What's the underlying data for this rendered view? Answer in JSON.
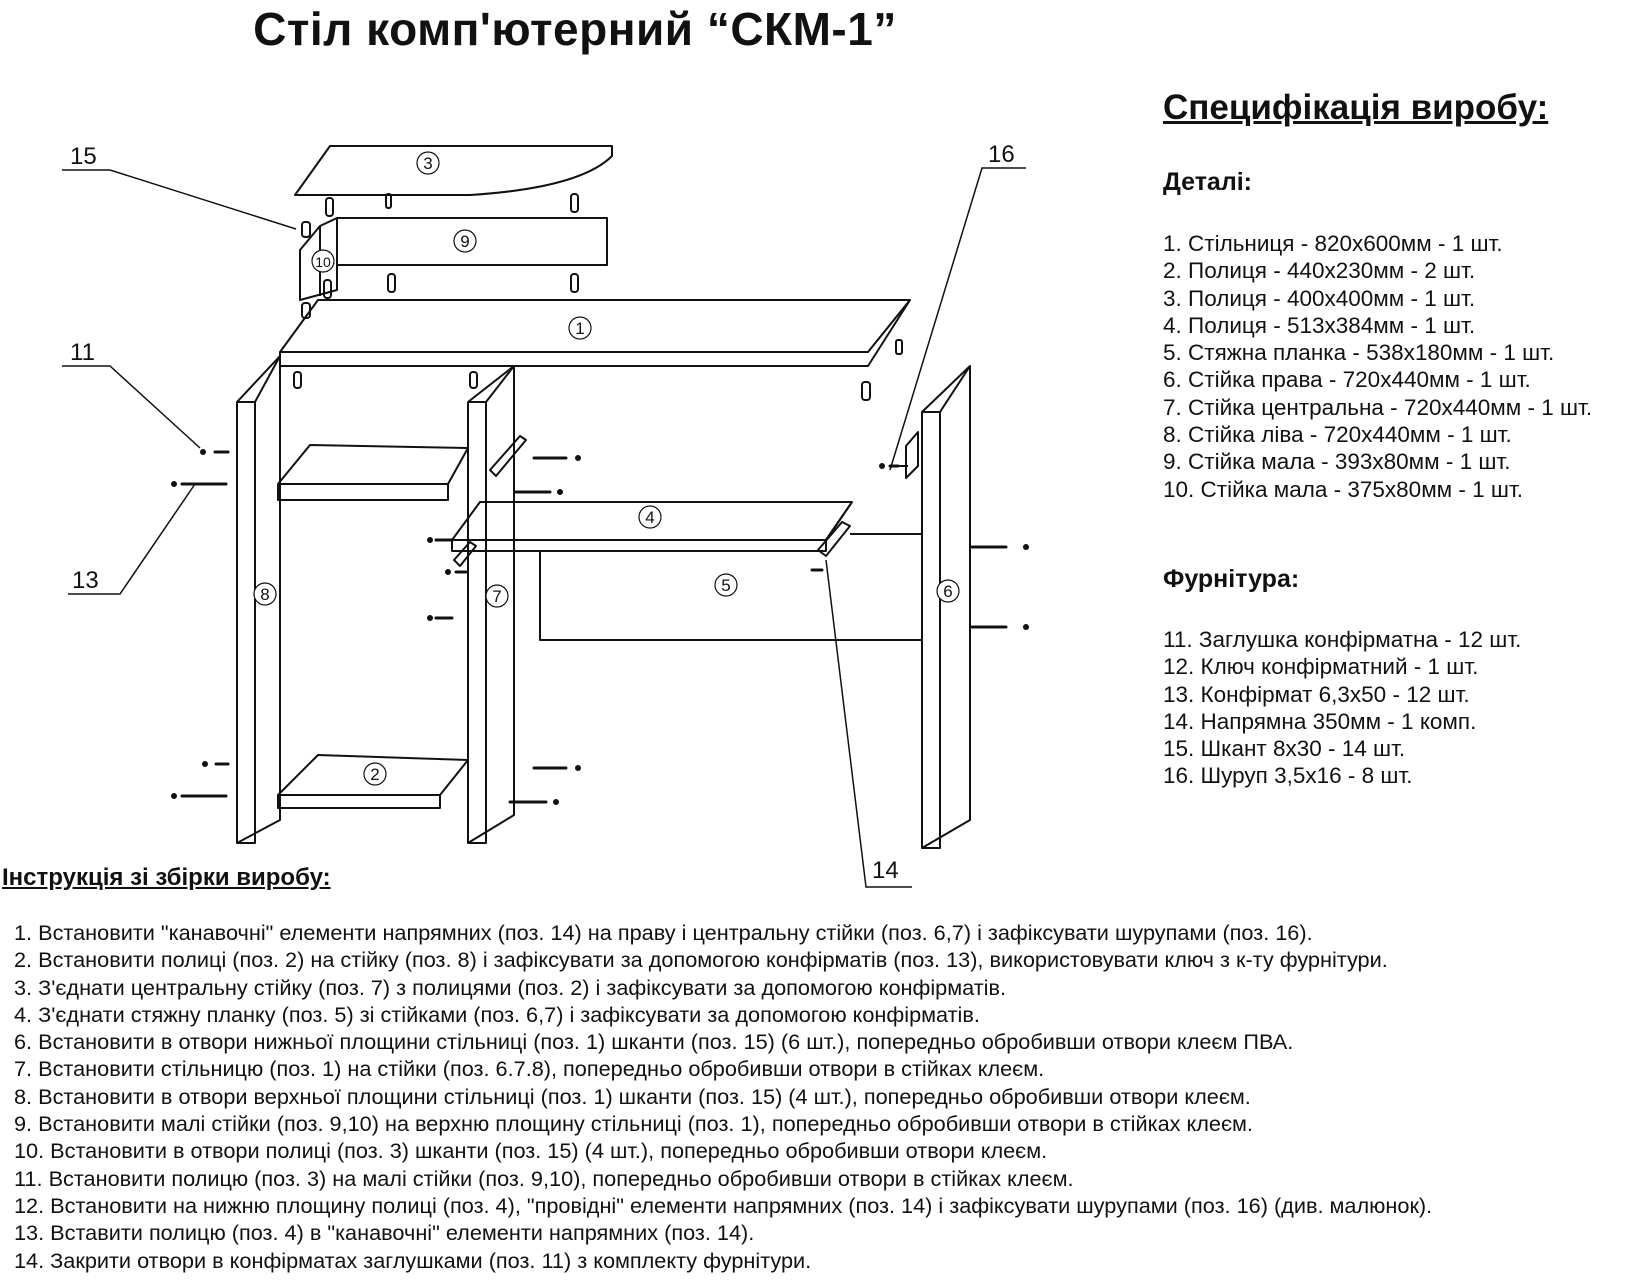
{
  "title": "Стіл комп'ютерний “СКМ-1”",
  "specification": {
    "title": "Специфікація виробу:",
    "details_title": "Деталі:",
    "details": [
      "1. Стільниця - 820х600мм - 1 шт.",
      "2. Полиця - 440х230мм - 2 шт.",
      "3. Полиця - 400х400мм - 1 шт.",
      "4. Полиця - 513х384мм - 1 шт.",
      "5. Стяжна планка - 538х180мм - 1 шт.",
      "6. Стійка права - 720х440мм - 1 шт.",
      "7. Стійка центральна - 720х440мм - 1 шт.",
      "8. Стійка ліва - 720х440мм - 1 шт.",
      "9. Стійка мала - 393х80мм - 1 шт.",
      "10. Стійка мала - 375х80мм - 1 шт."
    ],
    "hardware_title": "Фурнітура:",
    "hardware": [
      "11. Заглушка конфірматна - 12 шт.",
      "12. Ключ конфірматний - 1 шт.",
      "13. Конфірмат 6,3х50 - 12 шт.",
      "14. Напрямна 350мм - 1 комп.",
      "15. Шкант 8х30 - 14 шт.",
      "16. Шуруп 3,5х16 - 8 шт."
    ]
  },
  "diagram": {
    "callouts": {
      "c11": "11",
      "c13": "13",
      "c14": "14",
      "c15": "15",
      "c16": "16"
    },
    "parts": {
      "p1": "1",
      "p2": "2",
      "p3": "3",
      "p4": "4",
      "p5": "5",
      "p6": "6",
      "p7": "7",
      "p8": "8",
      "p9": "9",
      "p10": "10"
    }
  },
  "instructions": {
    "title": "Інструкція зі збірки виробу:",
    "steps": [
      "1. Встановити \"канавочні\" елементи напрямних (поз. 14) на праву і центральну стійки (поз. 6,7) і зафіксувати шурупами (поз. 16).",
      "2. Встановити полиці (поз. 2) на стійку (поз. 8) і зафіксувати за допомогою конфірматів (поз. 13), використовувати ключ з к-ту фурнітури.",
      "3. З'єднати центральну стійку (поз. 7) з полицями (поз. 2) і зафіксувати за допомогою конфірматів.",
      "4. З'єднати стяжну планку (поз. 5) зі стійками (поз. 6,7) і зафіксувати за допомогою конфірматів.",
      "6. Встановити в отвори нижньої площини стільниці (поз. 1) шканти (поз. 15) (6 шт.), попередньо обробивши отвори клеєм ПВА.",
      "7. Встановити стільницю (поз. 1) на стійки (поз. 6.7.8), попередньо обробивши отвори в стійках клеєм.",
      "8. Встановити в отвори верхньої площини стільниці (поз. 1) шканти (поз. 15) (4 шт.), попередньо обробивши отвори клеєм.",
      "9. Встановити малі стійки (поз. 9,10) на верхню площину стільниці (поз. 1), попередньо обробивши отвори в стійках клеєм.",
      "10. Встановити в отвори полиці (поз. 3) шканти (поз. 15) (4 шт.), попередньо обробивши отвори клеєм.",
      "11. Встановити полицю (поз. 3) на малі стійки (поз. 9,10), попередньо обробивши отвори в стійках клеєм.",
      "12. Встановити на нижню площину полиці (поз. 4), \"провідні\" елементи напрямних (поз. 14) і зафіксувати шурупами (поз. 16) (див. малюнок).",
      "13. Вставити полицю (поз. 4) в \"канавочні\" елементи напрямних (поз. 14).",
      "14. Закрити отвори в конфірматах заглушками (поз. 11) з комплекту фурнітури."
    ]
  }
}
